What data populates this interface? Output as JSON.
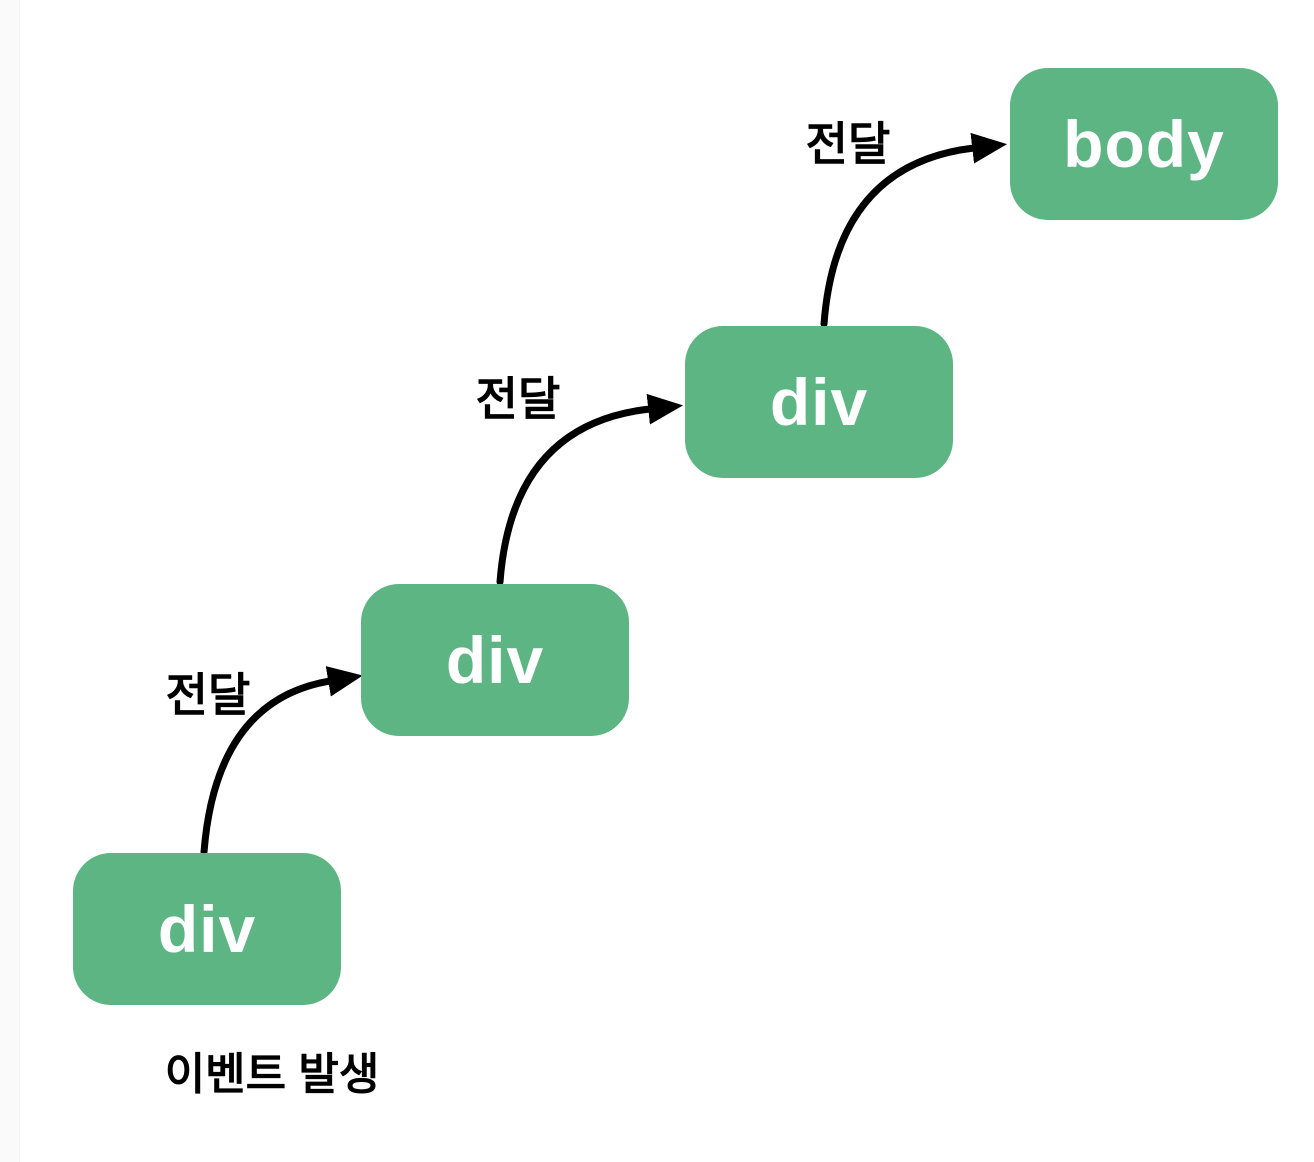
{
  "colors": {
    "background": "#ffffff",
    "node_fill": "#5db583",
    "node_text": "#ffffff",
    "arrow": "#000000",
    "label_text": "#000000"
  },
  "diagram": {
    "nodes": [
      {
        "label": "div"
      },
      {
        "label": "div"
      },
      {
        "label": "div"
      },
      {
        "label": "body"
      }
    ],
    "arrows": [
      {
        "label": "전달"
      },
      {
        "label": "전달"
      },
      {
        "label": "전달"
      }
    ],
    "caption": "이벤트 발생"
  }
}
